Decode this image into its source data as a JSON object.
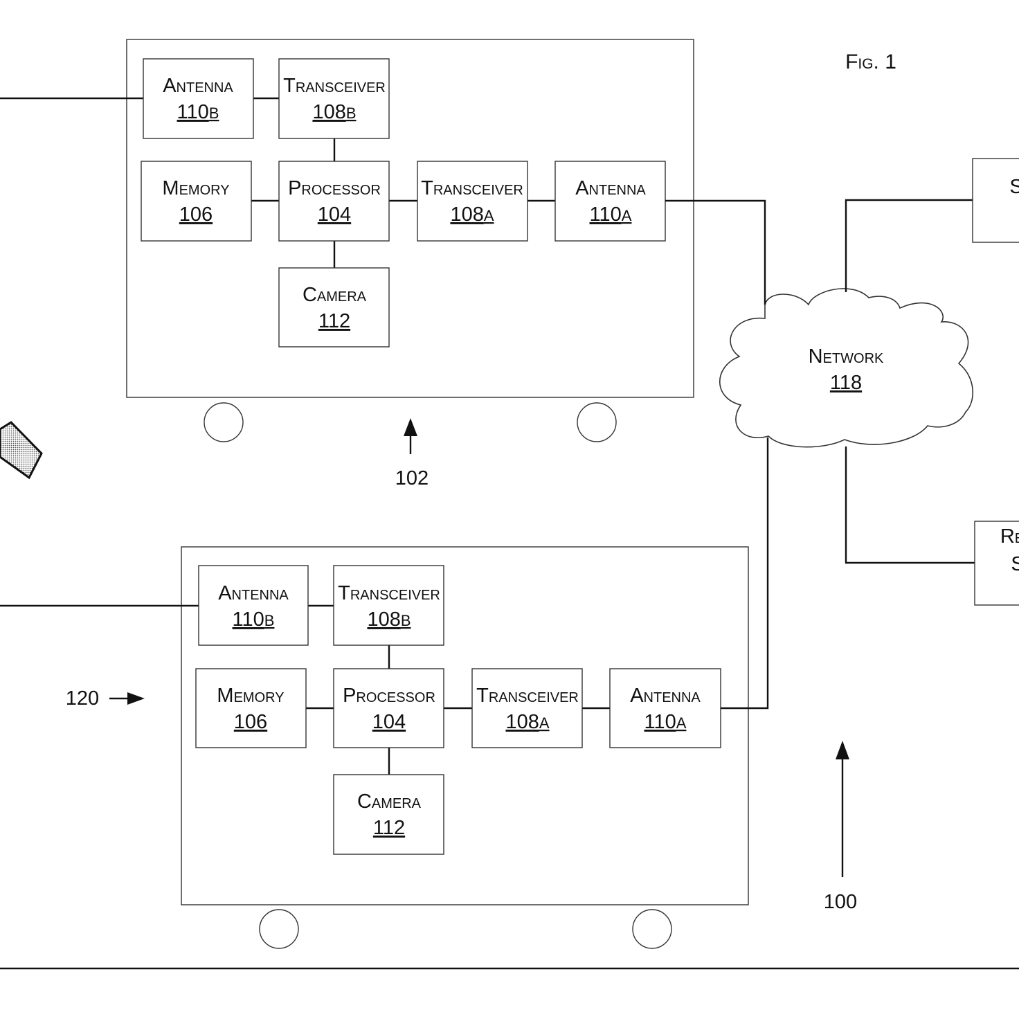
{
  "figure_label": "Fig. 1",
  "device_top": {
    "ref": "102",
    "antenna_b": {
      "name": "Antenna",
      "num": "110",
      "suffix": "B"
    },
    "transceiver_b": {
      "name": "Transceiver",
      "num": "108",
      "suffix": "B"
    },
    "memory": {
      "name": "Memory",
      "num": "106"
    },
    "processor": {
      "name": "Processor",
      "num": "104"
    },
    "transceiver_a": {
      "name": "Transceiver",
      "num": "108",
      "suffix": "A"
    },
    "antenna_a": {
      "name": "Antenna",
      "num": "110",
      "suffix": "A"
    },
    "camera": {
      "name": "Camera",
      "num": "112"
    }
  },
  "device_bottom": {
    "ref": "120",
    "antenna_b": {
      "name": "Antenna",
      "num": "110",
      "suffix": "B"
    },
    "transceiver_b": {
      "name": "Transceiver",
      "num": "108",
      "suffix": "B"
    },
    "memory": {
      "name": "Memory",
      "num": "106"
    },
    "processor": {
      "name": "Processor",
      "num": "104"
    },
    "transceiver_a": {
      "name": "Transceiver",
      "num": "108",
      "suffix": "A"
    },
    "antenna_a": {
      "name": "Antenna",
      "num": "110",
      "suffix": "A"
    },
    "camera": {
      "name": "Camera",
      "num": "112"
    }
  },
  "network": {
    "name": "Network",
    "num": "118"
  },
  "system_ref": "100",
  "right_top_box_fragment": "S",
  "right_bottom_box_fragment": {
    "line1": "Re",
    "line2": "S"
  }
}
